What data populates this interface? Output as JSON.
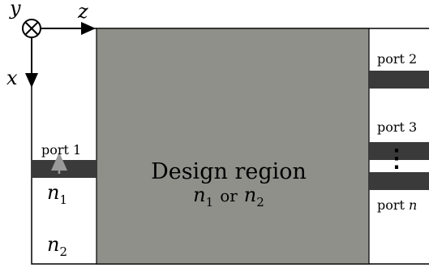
{
  "axes": {
    "y_label": "y",
    "z_label": "z",
    "x_label": "x"
  },
  "design_region": {
    "title": "Design region",
    "materials": {
      "first": "n",
      "first_sub": "1",
      "connector": "or",
      "second": "n",
      "second_sub": "2"
    }
  },
  "left_side": {
    "input_port_label": "port 1",
    "upper_material": "n",
    "upper_material_sub": "1",
    "lower_material": "n",
    "lower_material_sub": "2"
  },
  "right_side": {
    "port_labels": [
      "port 2",
      "port 3"
    ],
    "last_port_prefix": "port",
    "last_port_index": "n",
    "ellipsis": "⋮"
  },
  "colors": {
    "design_region_fill": "#8f908a",
    "waveguide_fill": "#3a3a3a",
    "outline": "#000000",
    "source_arrow": "#9a9a9a"
  }
}
